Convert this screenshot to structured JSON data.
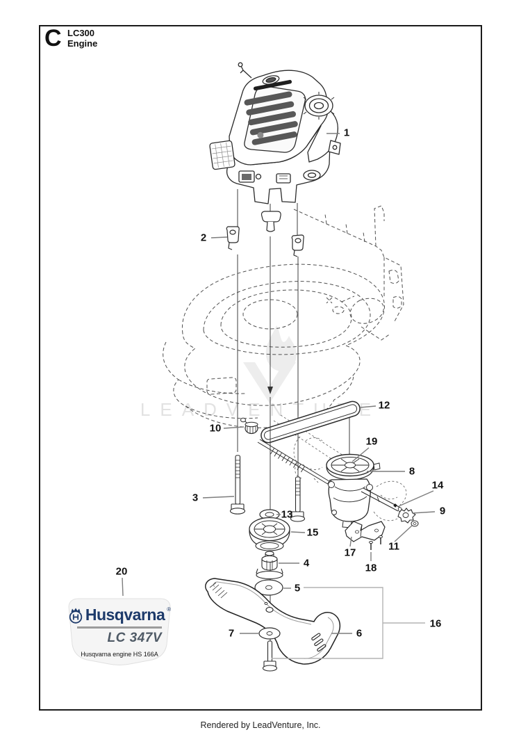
{
  "header": {
    "section_letter": "C",
    "model": "LC300",
    "section_title": "Engine"
  },
  "watermark": {
    "text": "LEADVENTURE"
  },
  "badge": {
    "brand": "Husqvarna",
    "registered_mark": "®",
    "model": "LC 347V",
    "engine_note": "Husqvarna engine HS 166A"
  },
  "footer": {
    "text": "Rendered by LeadVenture, Inc."
  },
  "callouts": [
    {
      "label": "1"
    },
    {
      "label": "2"
    },
    {
      "label": "3"
    },
    {
      "label": "4"
    },
    {
      "label": "5"
    },
    {
      "label": "6"
    },
    {
      "label": "7"
    },
    {
      "label": "8"
    },
    {
      "label": "9"
    },
    {
      "label": "10"
    },
    {
      "label": "11"
    },
    {
      "label": "12"
    },
    {
      "label": "13"
    },
    {
      "label": "14"
    },
    {
      "label": "15"
    },
    {
      "label": "16"
    },
    {
      "label": "17"
    },
    {
      "label": "18"
    },
    {
      "label": "19"
    },
    {
      "label": "20"
    }
  ],
  "colors": {
    "line_art": "#2b2b2b",
    "dashed_outline": "#4f4f4f",
    "leader_line": "#7d7d7d",
    "group_box": "#b3b3b3",
    "watermark": "#e2e2e2",
    "badge_background": "#f5f5f5",
    "badge_brand_navy": "#1d3a6a",
    "badge_model_gray": "#4f5a66"
  }
}
